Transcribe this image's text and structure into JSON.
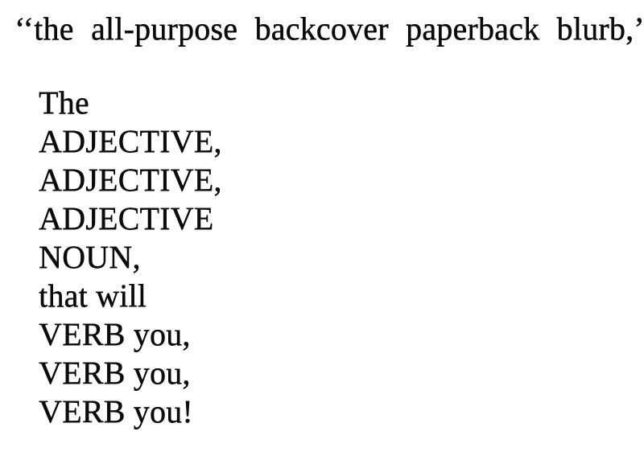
{
  "page": {
    "title": "‘‘the all-purpose backcover paperback blurb,’’",
    "lines": [
      "The",
      "ADJECTIVE,",
      "ADJECTIVE,",
      "ADJECTIVE",
      "NOUN,",
      "that will",
      "VERB you,",
      "VERB you,",
      "VERB you!"
    ],
    "colors": {
      "background": "#ffffff",
      "text": "#0b0b0b"
    }
  }
}
